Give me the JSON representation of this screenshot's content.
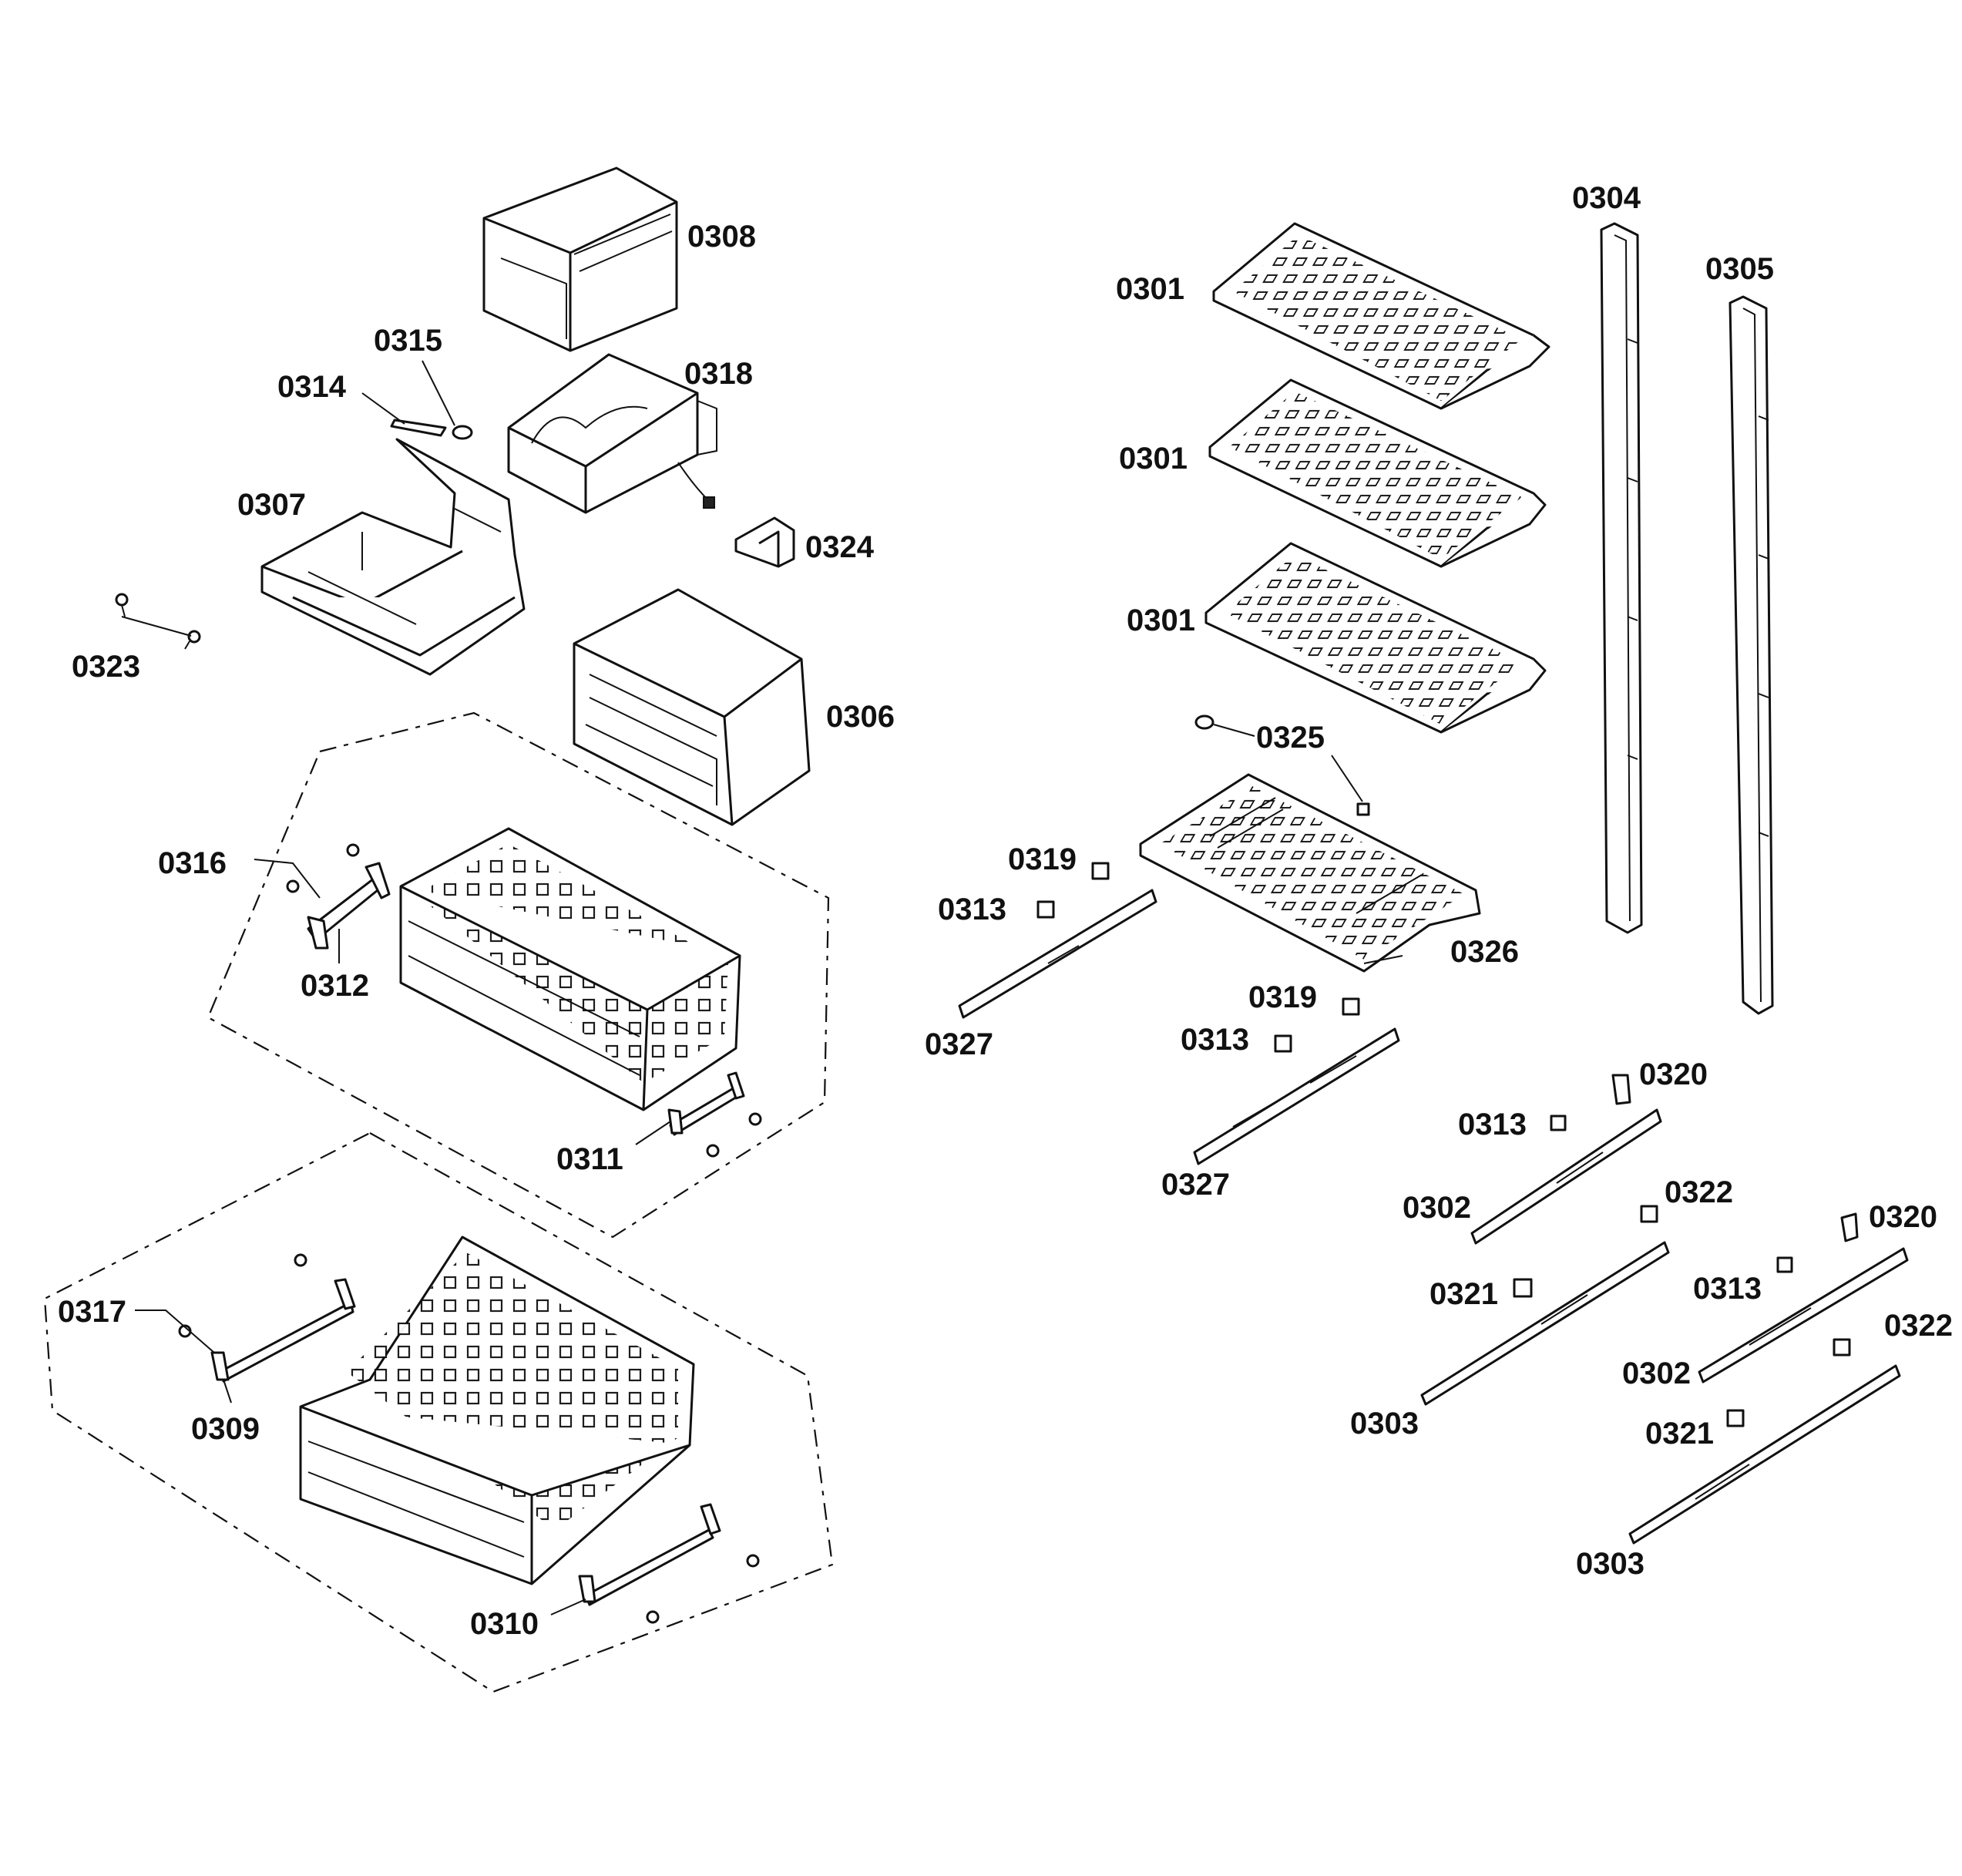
{
  "diagram": {
    "type": "exploded-parts-diagram",
    "line_color": "#111111",
    "background": "#ffffff"
  },
  "labels": {
    "p0308": "0308",
    "p0315": "0315",
    "p0314": "0314",
    "p0318": "0318",
    "p0307": "0307",
    "p0324": "0324",
    "p0323": "0323",
    "p0306": "0306",
    "p0316": "0316",
    "p0312": "0312",
    "p0311": "0311",
    "p0317": "0317",
    "p0309": "0309",
    "p0310": "0310",
    "p0304": "0304",
    "p0305": "0305",
    "p0301a": "0301",
    "p0301b": "0301",
    "p0301c": "0301",
    "p0325": "0325",
    "p0326": "0326",
    "p0319a": "0319",
    "p0313a": "0313",
    "p0327a": "0327",
    "p0319b": "0319",
    "p0313b": "0313",
    "p0327b": "0327",
    "p0320a": "0320",
    "p0313c": "0313",
    "p0302a": "0302",
    "p0322a": "0322",
    "p0321a": "0321",
    "p0303a": "0303",
    "p0320b": "0320",
    "p0313d": "0313",
    "p0322b": "0322",
    "p0302b": "0302",
    "p0321b": "0321",
    "p0303b": "0303"
  }
}
